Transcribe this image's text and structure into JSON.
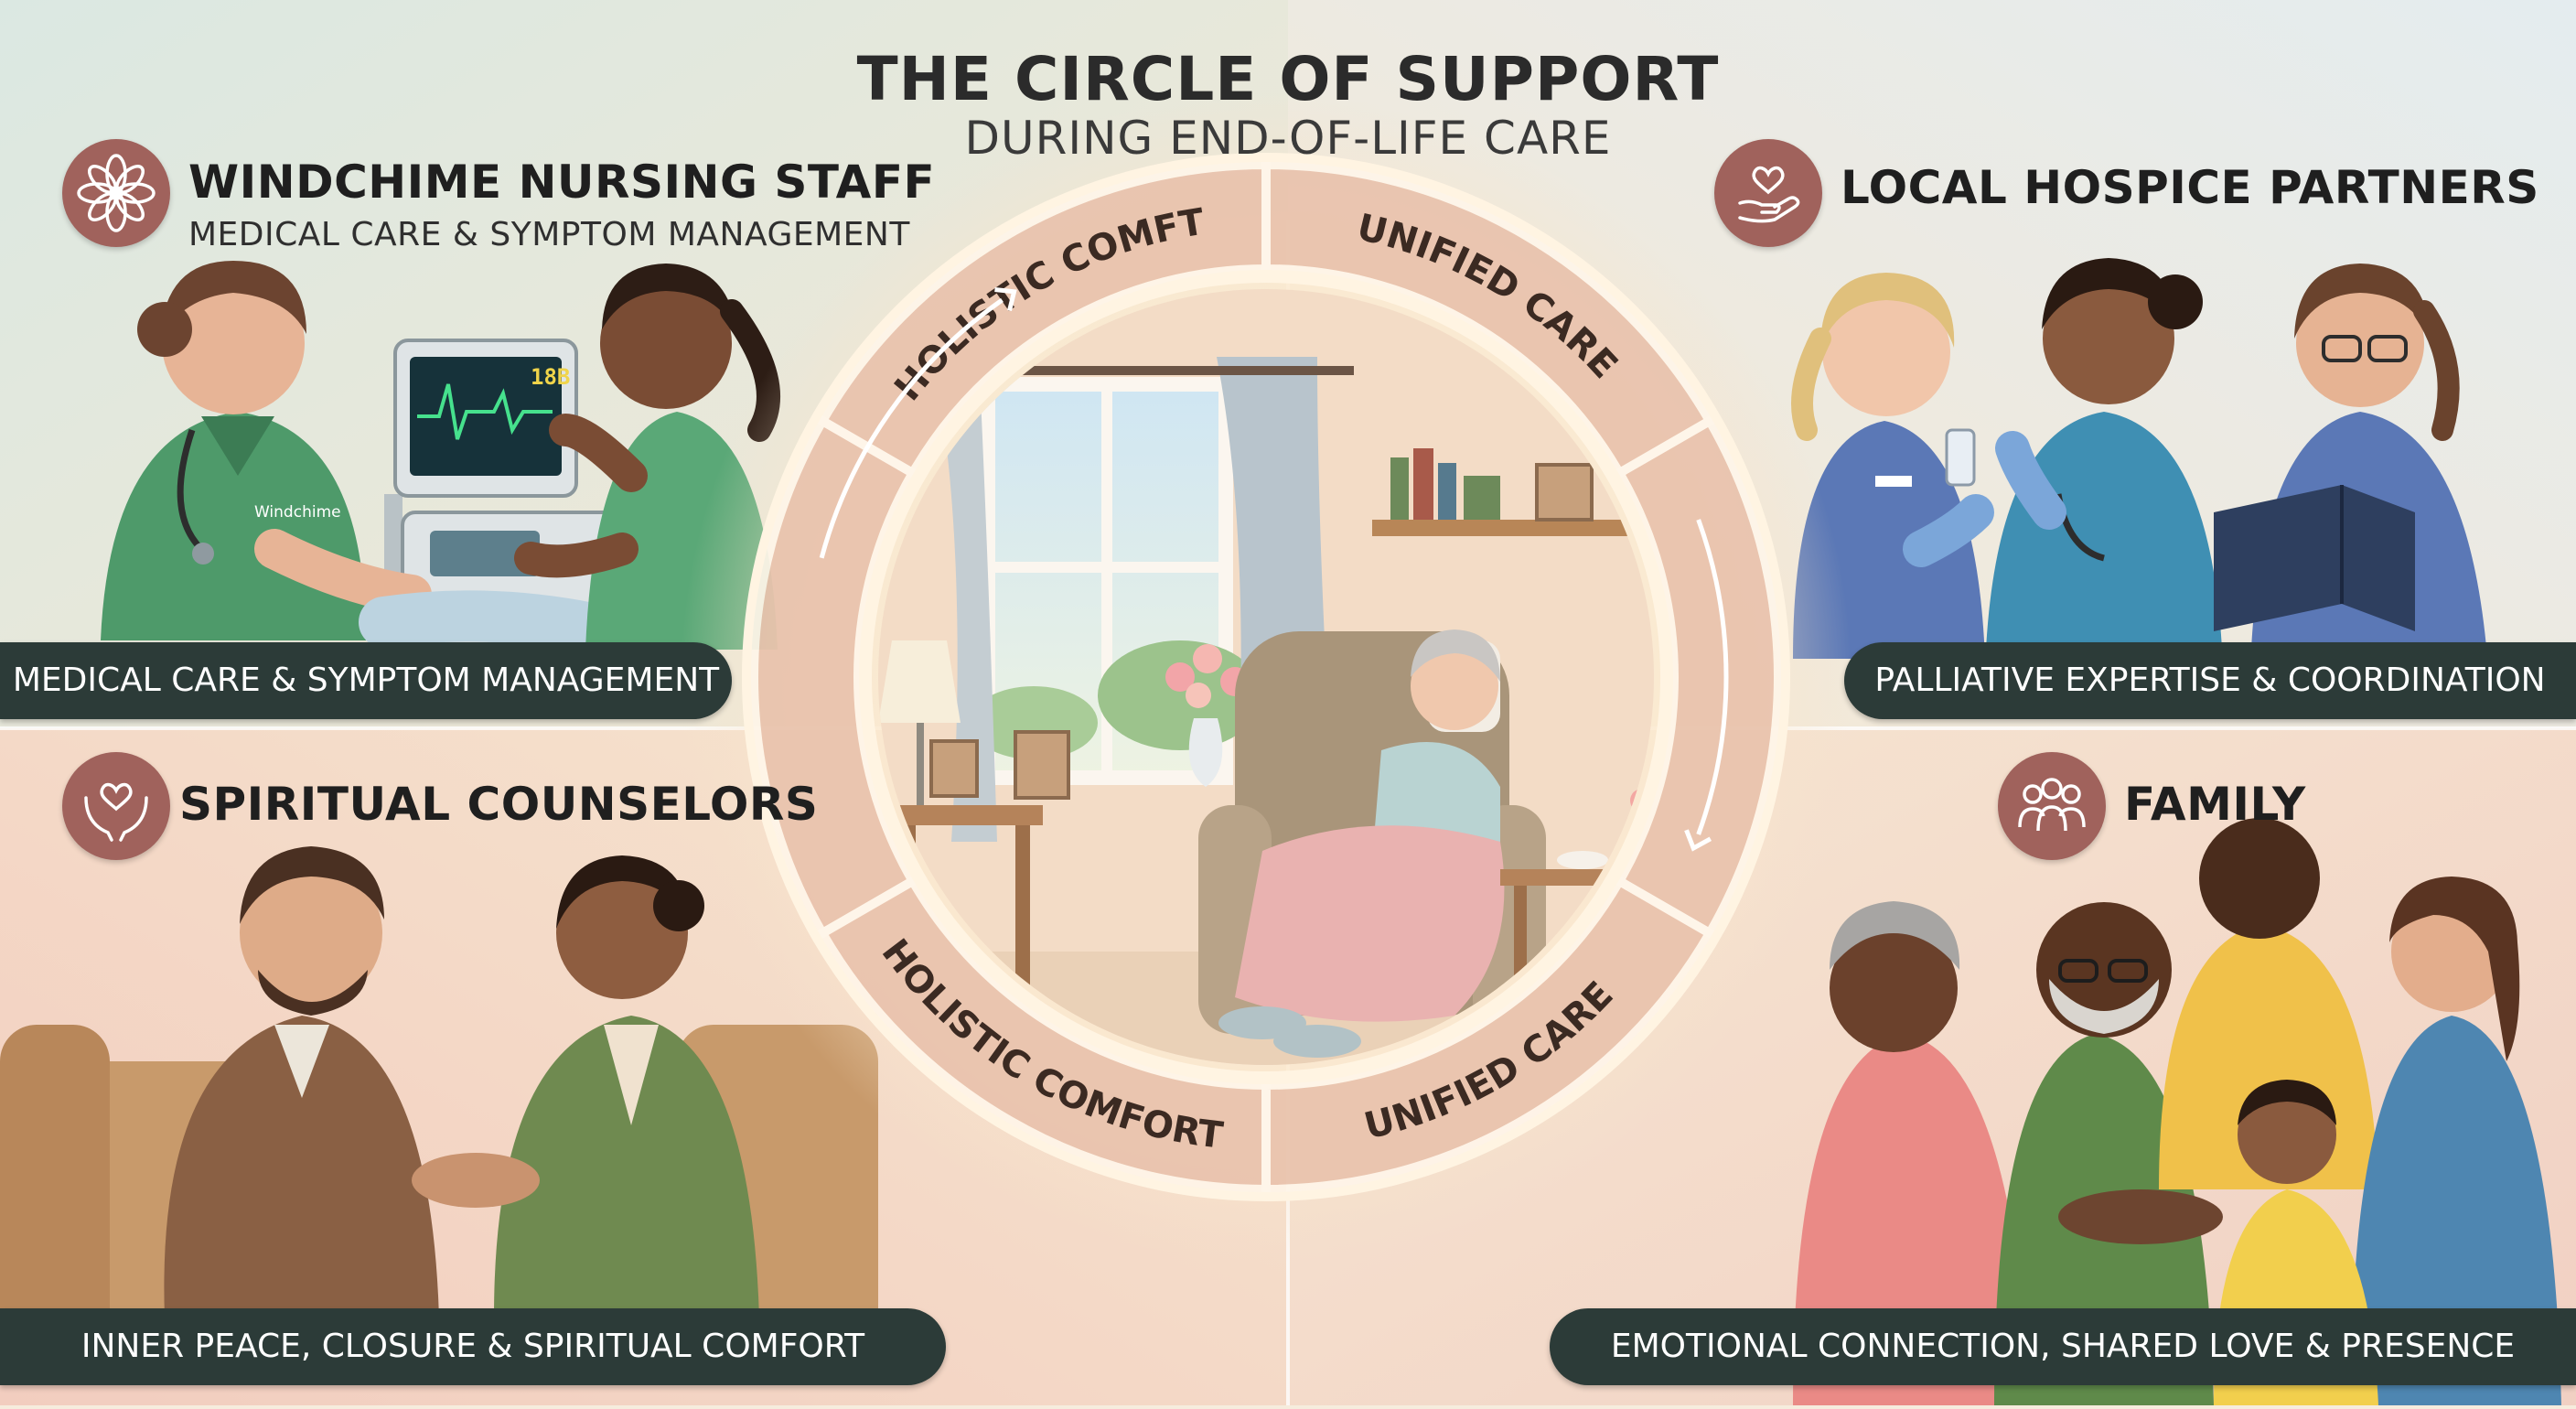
{
  "header": {
    "title": "THE CIRCLE OF SUPPORT",
    "subtitle": "DURING END-OF-LIFE CARE"
  },
  "quadrants": {
    "nursing": {
      "title": "WINDCHIME NURSING STAFF",
      "subtitle": "MEDICAL CARE & SYMPTOM MANAGEMENT",
      "banner": "MEDICAL CARE & SYMPTOM MANAGEMENT",
      "scrub_logo": "Windchime",
      "monitor_reading": "18B",
      "icon": "flower-mandala-icon"
    },
    "hospice": {
      "title": "LOCAL HOSPICE PARTNERS",
      "banner": "PALLIATIVE EXPERTISE & COORDINATION",
      "icon": "heart-in-hand-icon"
    },
    "spiritual": {
      "title": "SPIRITUAL COUNSELORS",
      "banner": "INNER PEACE, CLOSURE & SPIRITUAL COMFORT",
      "icon": "heart-hands-icon"
    },
    "family": {
      "title": "FAMILY",
      "banner": "EMOTIONAL CONNECTION, SHARED LOVE & PRESENCE",
      "icon": "family-group-icon"
    }
  },
  "ring": {
    "segments": [
      "HOLISTIC COMFT",
      "UNIFIED CARE",
      "HOLISTIC COMFORT",
      "UNIFIED CARE"
    ]
  },
  "colors": {
    "title_text": "#2b2b2b",
    "banner_bg": "#2c3b38",
    "badge_bg": "#a0625c",
    "ring_fill": "#e9c2ac",
    "ring_text": "#3b2a22",
    "nurse_scrubs": "#4e9a6a",
    "hospice_scrubs": "#5b78b6"
  }
}
